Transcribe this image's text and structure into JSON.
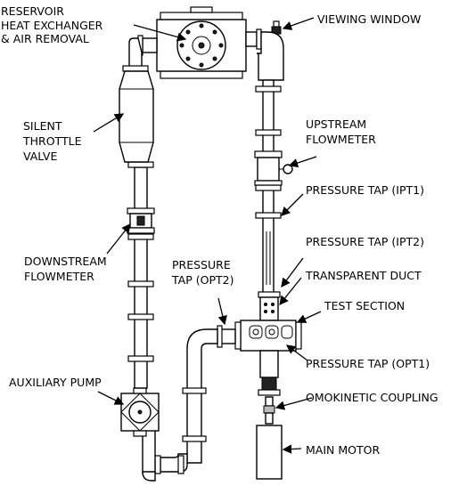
{
  "labels": {
    "reservoir_1": "RESERVOIR",
    "reservoir_2": "HEAT EXCHANGER",
    "reservoir_3": "& AIR REMOVAL",
    "viewing_window": "VIEWING WINDOW",
    "silent_1": "SILENT",
    "silent_2": "THROTTLE",
    "silent_3": "VALVE",
    "upstream_1": "UPSTREAM",
    "upstream_2": "FLOWMETER",
    "ipt1": "PRESSURE TAP (IPT1)",
    "ipt2": "PRESSURE TAP (IPT2)",
    "downstream_1": "DOWNSTREAM",
    "downstream_2": "FLOWMETER",
    "opt2_1": "PRESSURE",
    "opt2_2": "TAP (OPT2)",
    "transparent_duct": "TRANSPARENT DUCT",
    "test_section": "TEST SECTION",
    "opt1": "PRESSURE TAP (OPT1)",
    "auxiliary_pump": "AUXILIARY PUMP",
    "omokinetic": "OMOKINETIC COUPLING",
    "main_motor": "MAIN MOTOR"
  }
}
